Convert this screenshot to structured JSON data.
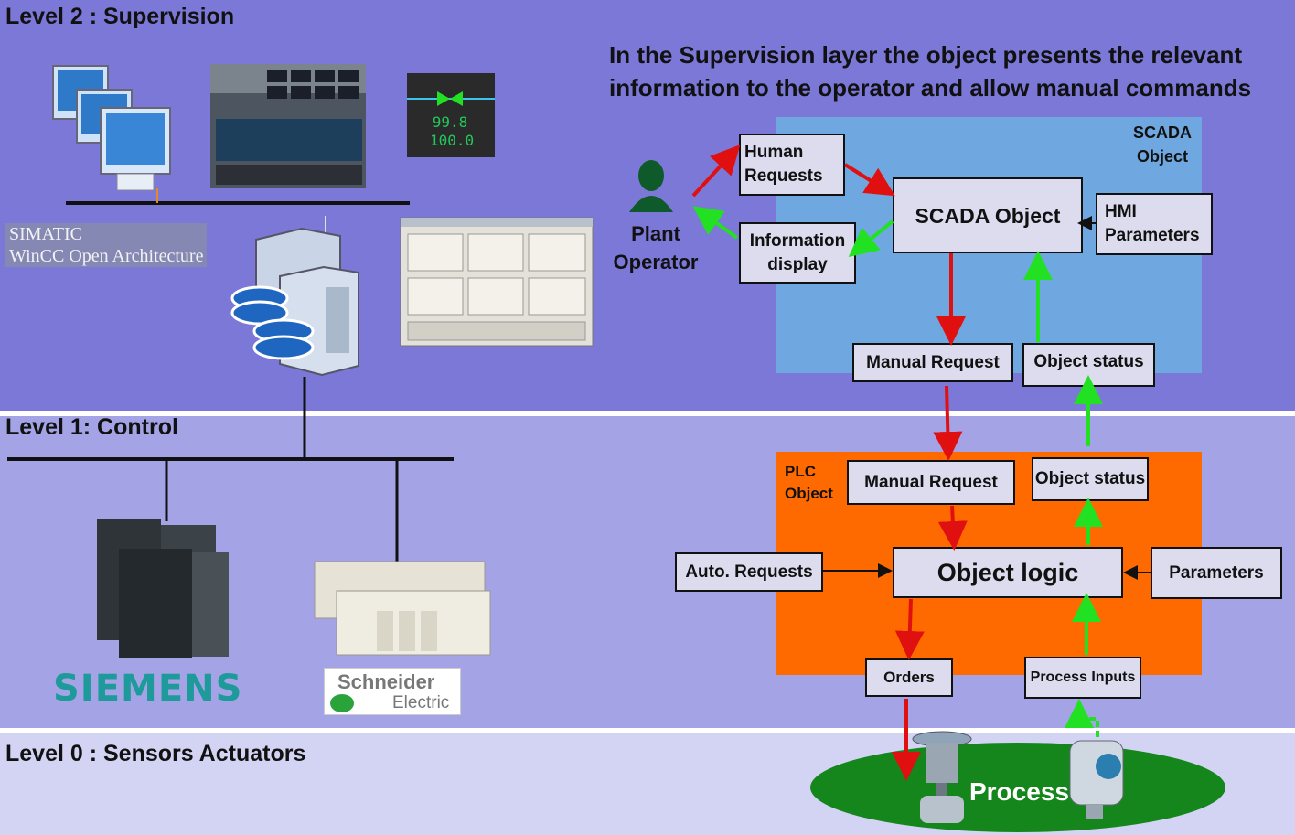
{
  "levels": {
    "level2": "Level 2 : Supervision",
    "level1": "Level 1: Control",
    "level0": "Level 0 : Sensors Actuators"
  },
  "caption": {
    "line1": "In the Supervision layer the object presents the relevant",
    "line2": "information to the operator and allow manual commands"
  },
  "supervision": {
    "winccLabel1": "SIMATIC",
    "winccLabel2": "WinCC Open Architecture",
    "valveValue1": "99.8",
    "valveValue2": "100.0"
  },
  "operator": {
    "line1": "Plant",
    "line2": "Operator"
  },
  "scada": {
    "regionLabel1": "SCADA",
    "regionLabel2": "Object",
    "humanRequests1": "Human",
    "humanRequests2": "Requests",
    "infoDisplay1": "Information",
    "infoDisplay2": "display",
    "scadaObject": "SCADA Object",
    "hmiParams1": "HMI",
    "hmiParams2": "Parameters",
    "manualRequest": "Manual Request",
    "objectStatus": "Object status"
  },
  "plc": {
    "regionLabel1": "PLC",
    "regionLabel2": "Object",
    "manualRequest": "Manual Request",
    "objectStatus": "Object status",
    "autoRequests": "Auto. Requests",
    "objectLogic": "Object logic",
    "parameters": "Parameters",
    "orders": "Orders",
    "processInputs": "Process Inputs"
  },
  "process": {
    "label": "Process"
  },
  "logos": {
    "siemens": "SIEMENS",
    "schneider1": "Schneider",
    "schneider2": "Electric"
  },
  "colors": {
    "level2Band": "#7b78d8",
    "level1Band": "#a4a3e6",
    "level0Band": "#d3d3f3",
    "scadaRegion": "#6fa8e0",
    "plcRegion": "#ff6a00",
    "processEllipse": "#14861c",
    "requestArrow": "#e01010",
    "statusArrow": "#22e022"
  }
}
